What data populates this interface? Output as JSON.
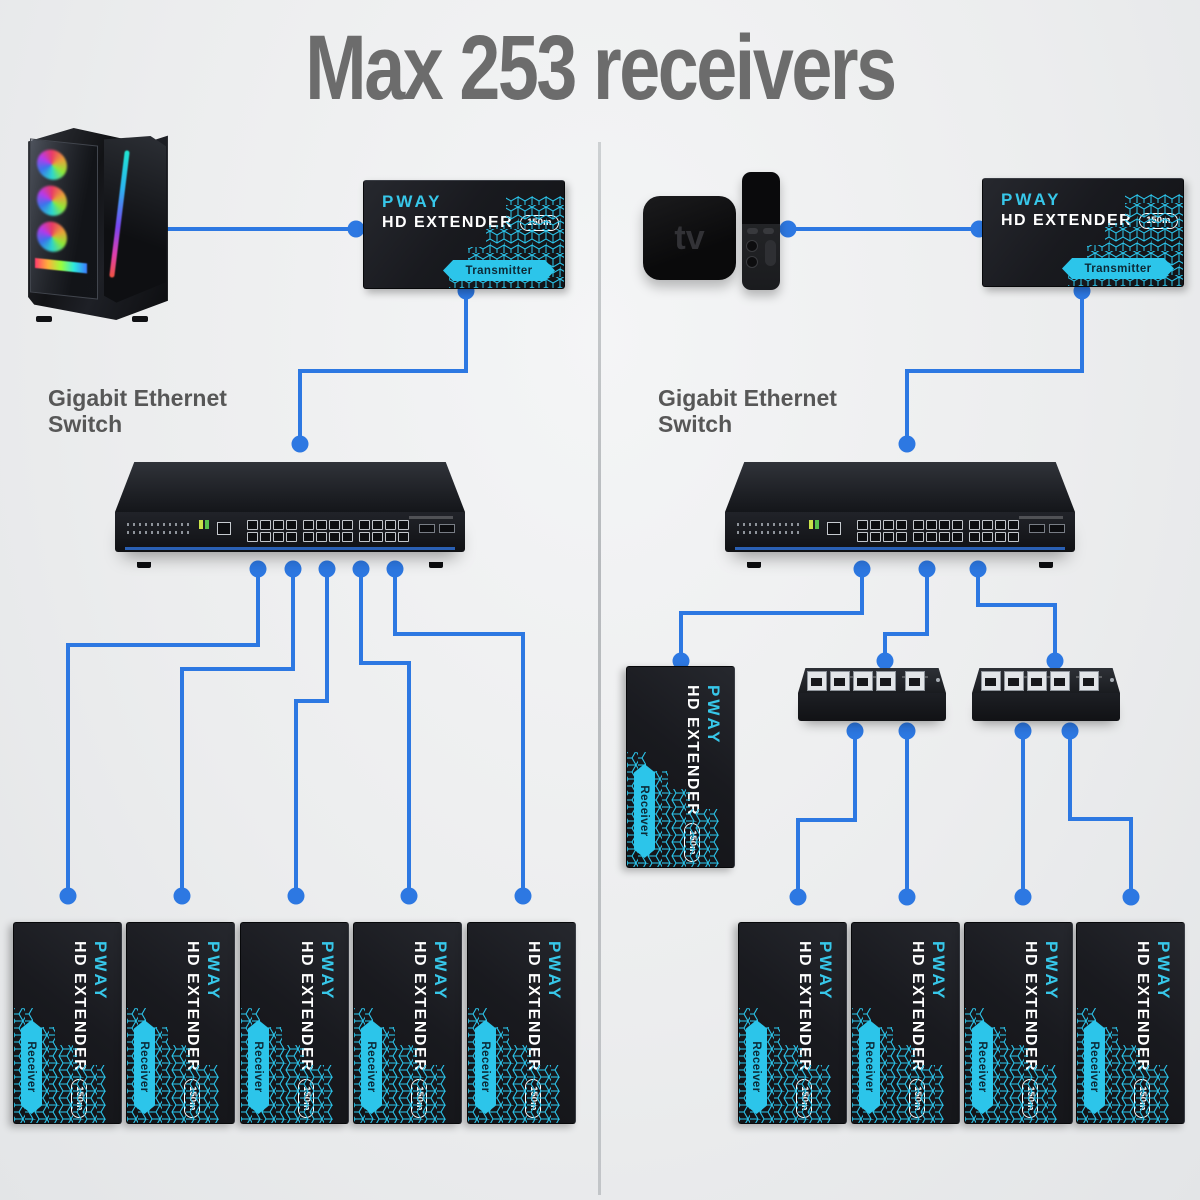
{
  "title": "Max 253 receivers",
  "sections": {
    "left": {
      "source_device": "gaming-pc",
      "switch_label": "Gigabit Ethernet\nSwitch",
      "receiver_count": 5
    },
    "right": {
      "source_device": "apple-tv",
      "apple_tv_text": "tv",
      "switch_label": "Gigabit Ethernet\nSwitch",
      "receiver_count": 5
    }
  },
  "extender_card": {
    "brand": "PWAY",
    "product": "HD EXTENDER",
    "distance_badge": "150m",
    "transmitter_badge": "Transmitter",
    "receiver_badge": "Receiver"
  },
  "colors": {
    "wire_blue": "#2d78e2",
    "brand_cyan": "#2fc6ea",
    "card_black": "#17181c",
    "title_gray": "#6c6c6c",
    "label_gray": "#575757",
    "background": "#ebedee"
  }
}
